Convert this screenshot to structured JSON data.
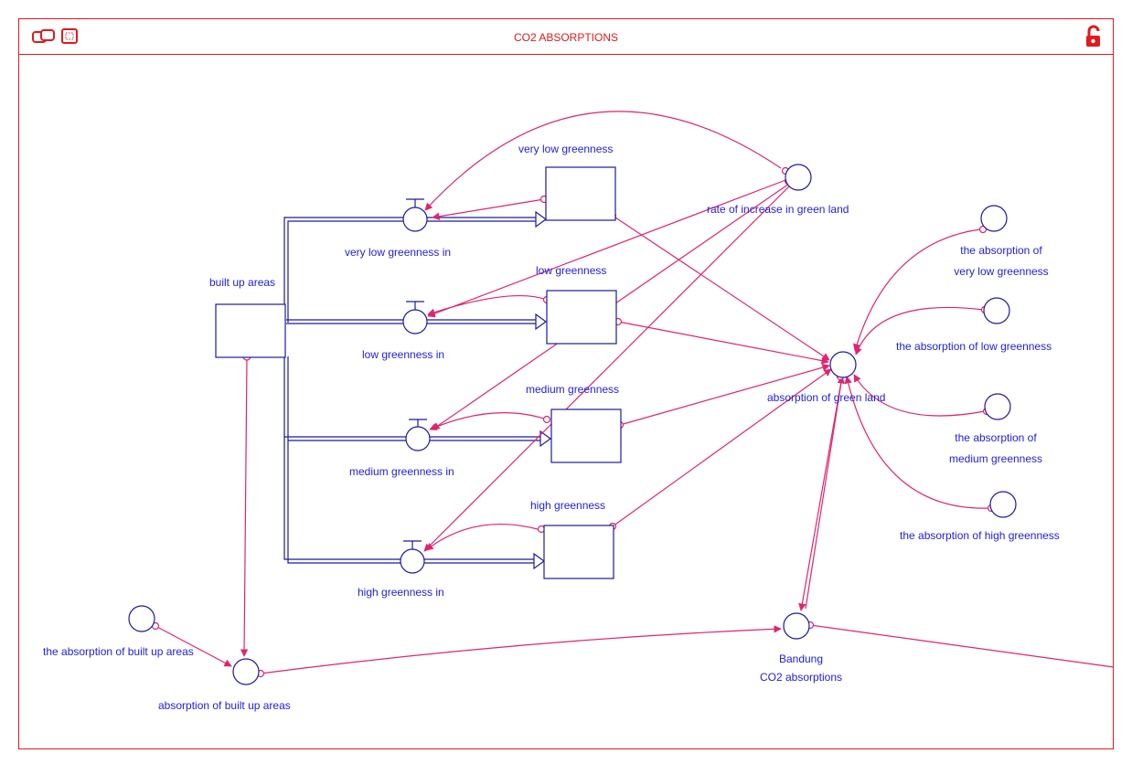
{
  "window": {
    "title": "CO2 ABSORPTIONS",
    "icons": [
      "stack-view-icon",
      "grid-view-icon",
      "unlock-icon"
    ]
  },
  "colors": {
    "frame": "#e2191d",
    "node": "#1a1aa0",
    "label": "#2020e0",
    "connector": "#e0246e"
  },
  "stocks": {
    "built_up_areas": "built up areas",
    "very_low_greenness": "very low greenness",
    "low_greenness": "low greenness",
    "medium_greenness": "medium greenness",
    "high_greenness": "high greenness"
  },
  "flows": {
    "very_low_greenness_in": "very low greenness in",
    "low_greenness_in": "low greenness in",
    "medium_greenness_in": "medium greenness in",
    "high_greenness_in": "high greenness in"
  },
  "converters": {
    "rate_of_increase": "rate of increase in green land",
    "absorption_very_low_line1": "the absorption of",
    "absorption_very_low_line2": "very low greenness",
    "absorption_low": "the absorption of low greenness",
    "absorption_medium_line1": "the absorption of",
    "absorption_medium_line2": "medium greenness",
    "absorption_high": "the absorption of high greenness",
    "absorption_green_land": "absorption of green land",
    "absorption_built_up_param": "the absorption of built up areas",
    "absorption_built_up": "absorption of built up areas",
    "bandung_line1": "Bandung",
    "bandung_line2": "CO2 absorptions"
  }
}
